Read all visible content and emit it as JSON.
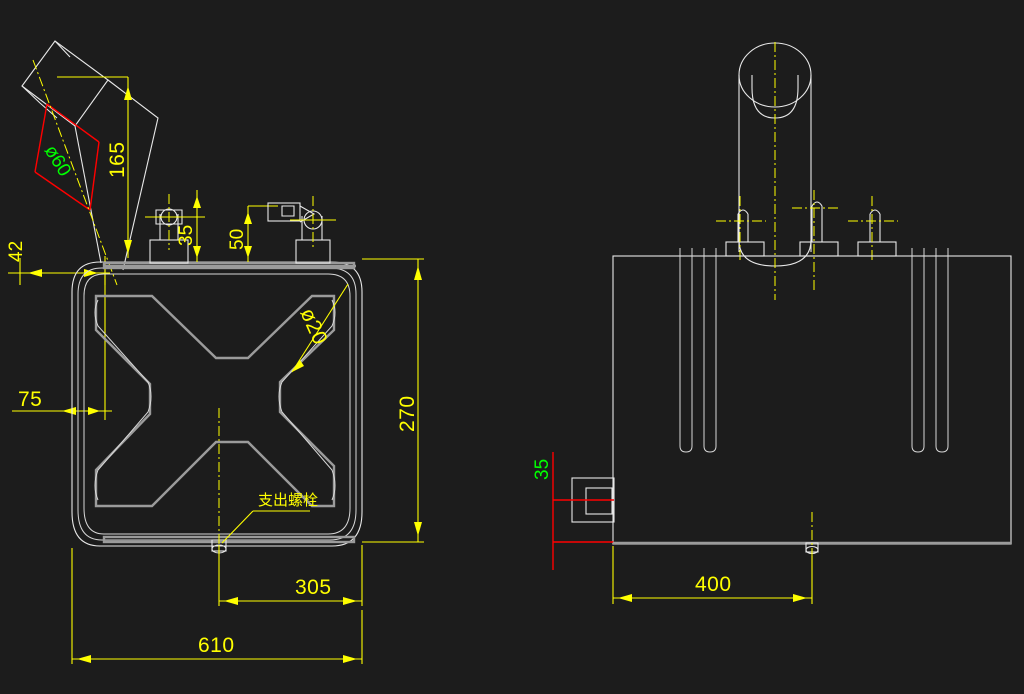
{
  "drawing": {
    "background_color": "#1c1c1c",
    "line_color_primary": "#e8e8e8",
    "line_color_dim": "#ffff00",
    "line_color_accent": "#ff0000",
    "line_color_note": "#00ff00"
  },
  "left_view": {
    "name": "front-elevation-view",
    "dimensions": {
      "nozzle_diameter": "ø60",
      "height_165": "165",
      "offset_42": "42",
      "offset_75": "75",
      "fitting_35": "35",
      "fitting_50": "50",
      "drain_diameter": "ø20",
      "overall_height_270": "270",
      "half_width_305": "305",
      "overall_width_610": "610"
    },
    "annotations": {
      "foot_bolt_note": "支出螺栓"
    }
  },
  "right_view": {
    "name": "side-elevation-view",
    "dimensions": {
      "bracket_35": "35",
      "width_400": "400"
    }
  }
}
